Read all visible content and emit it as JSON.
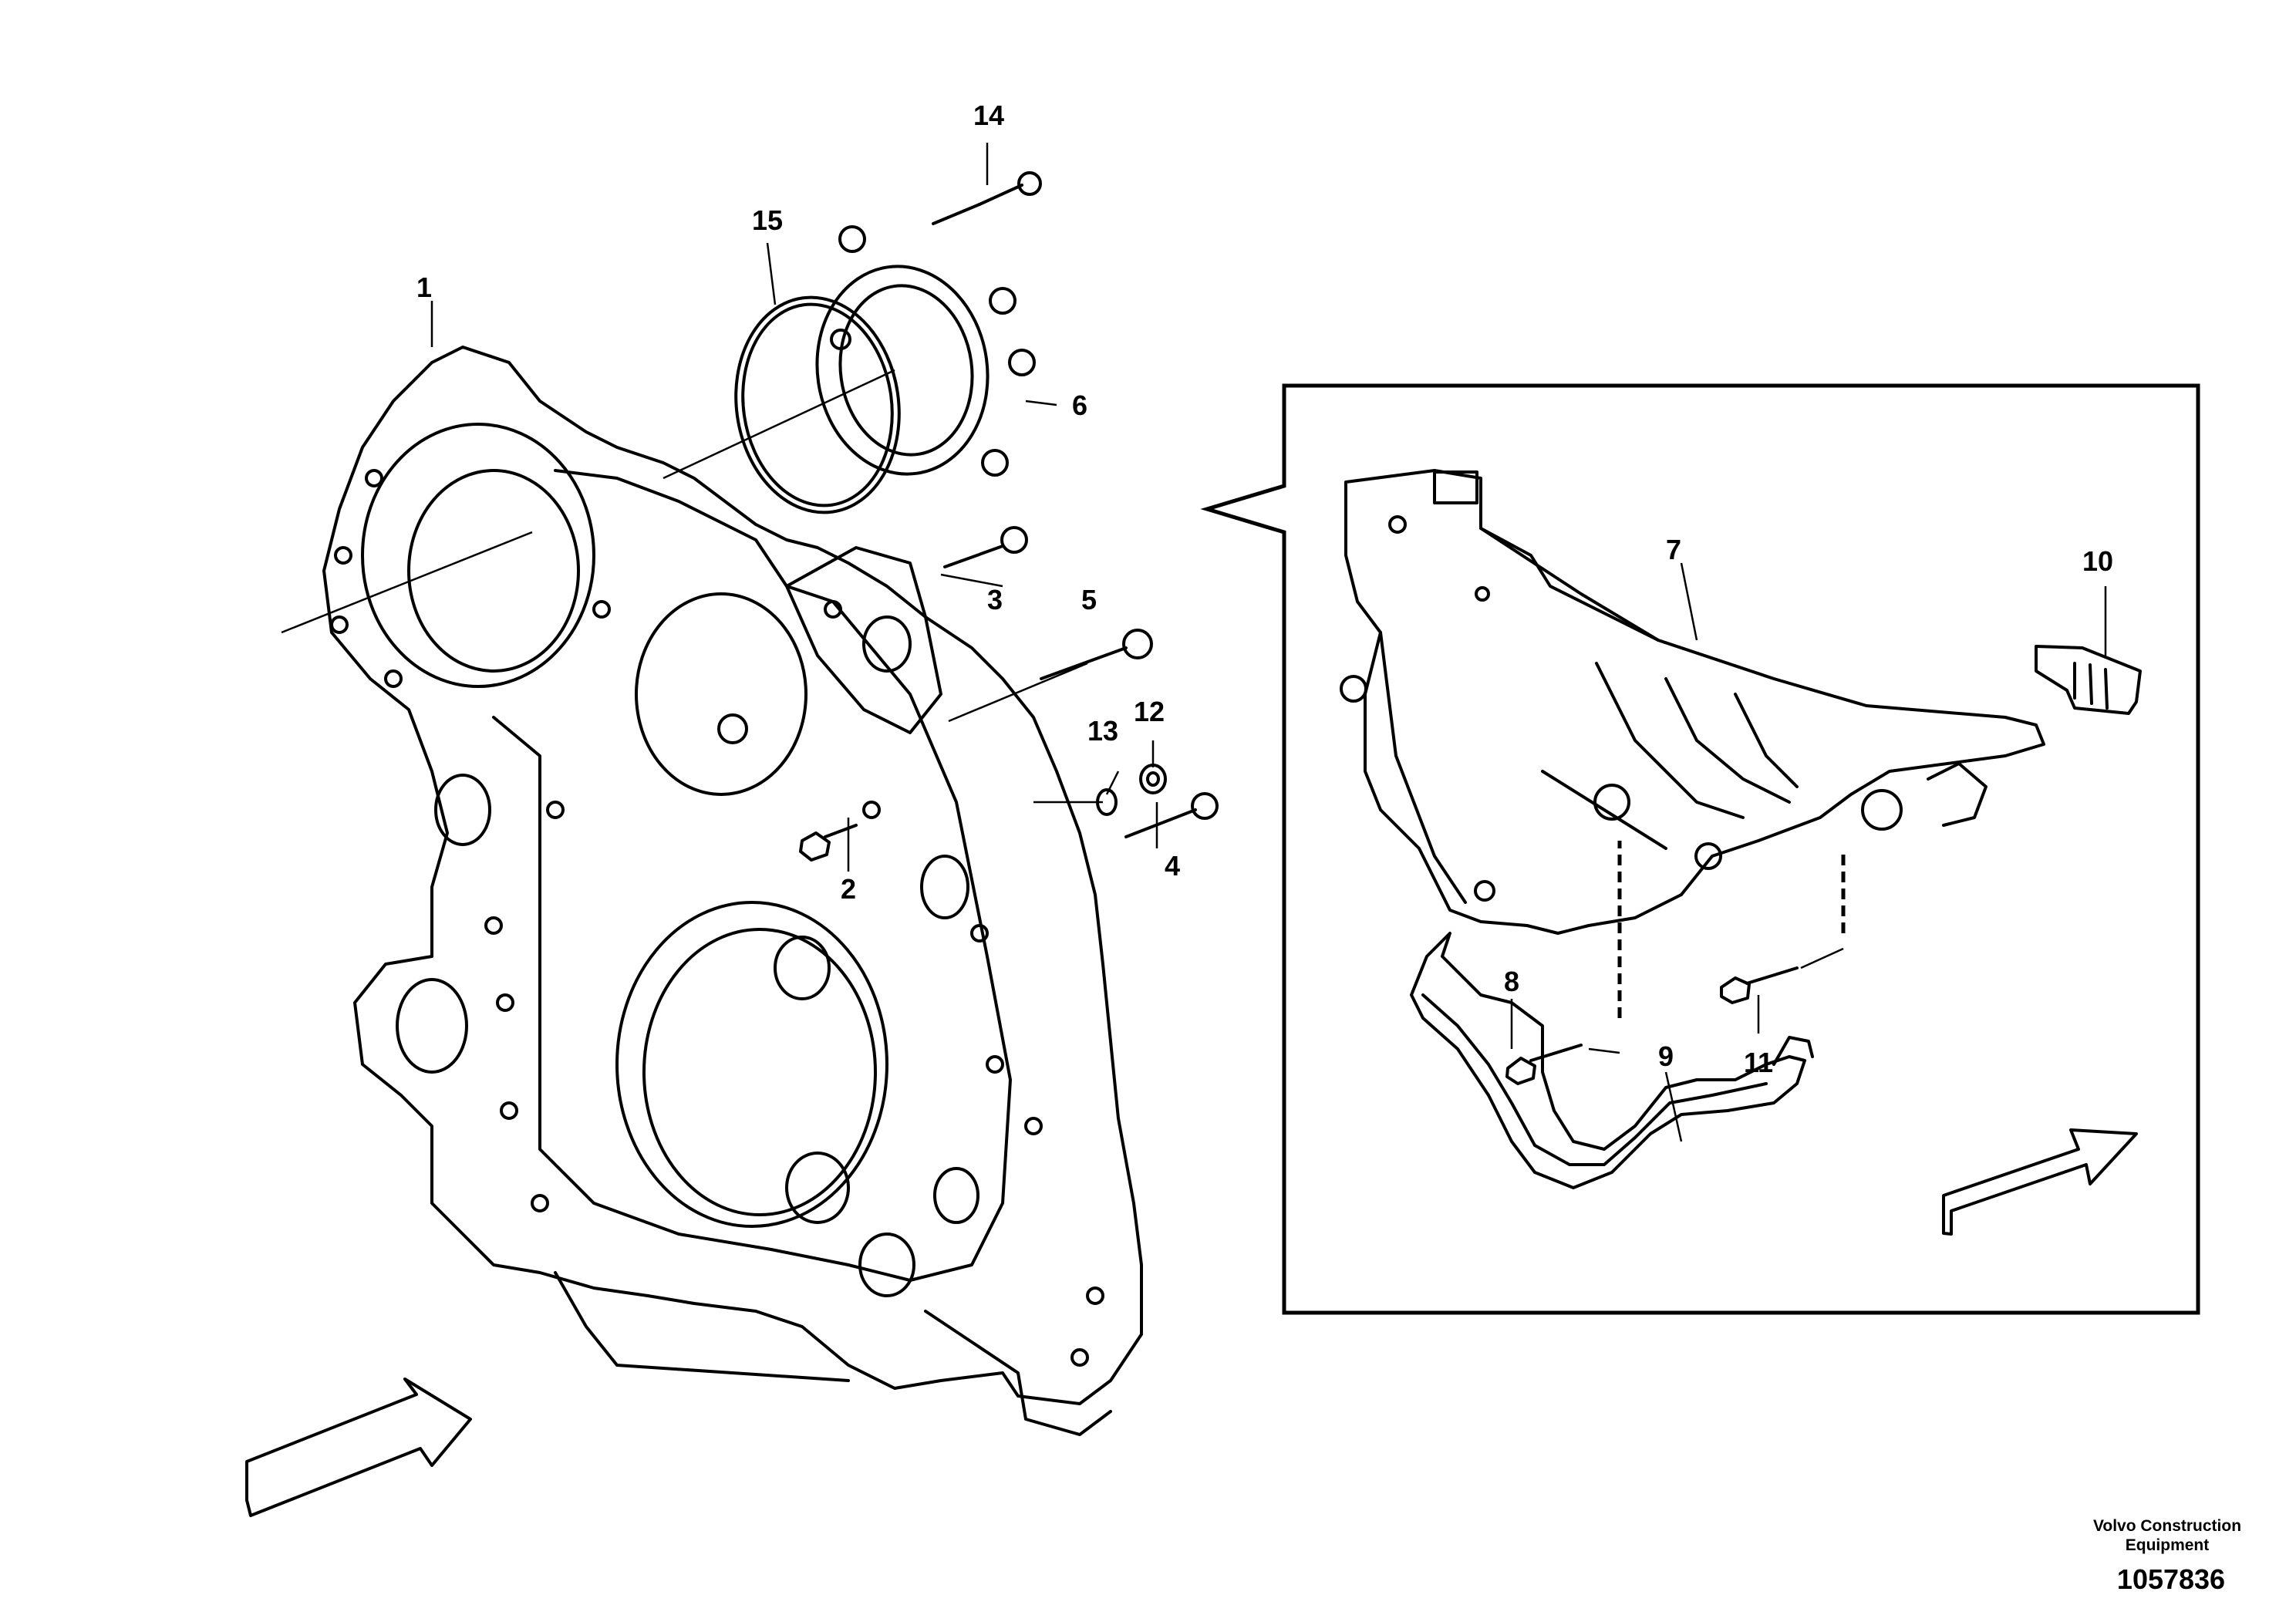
{
  "callouts": [
    {
      "id": "label-1",
      "text": "1"
    },
    {
      "id": "label-2",
      "text": "2"
    },
    {
      "id": "label-3",
      "text": "3"
    },
    {
      "id": "label-4",
      "text": "4"
    },
    {
      "id": "label-5",
      "text": "5"
    },
    {
      "id": "label-6",
      "text": "6"
    },
    {
      "id": "label-7",
      "text": "7"
    },
    {
      "id": "label-8",
      "text": "8"
    },
    {
      "id": "label-9",
      "text": "9"
    },
    {
      "id": "label-10",
      "text": "10"
    },
    {
      "id": "label-11",
      "text": "11"
    },
    {
      "id": "label-12",
      "text": "12"
    },
    {
      "id": "label-13",
      "text": "13"
    },
    {
      "id": "label-14",
      "text": "14"
    },
    {
      "id": "label-15",
      "text": "15"
    }
  ],
  "footer": {
    "company_line1": "Volvo Construction",
    "company_line2": "Equipment",
    "drawing_number": "1057836"
  }
}
